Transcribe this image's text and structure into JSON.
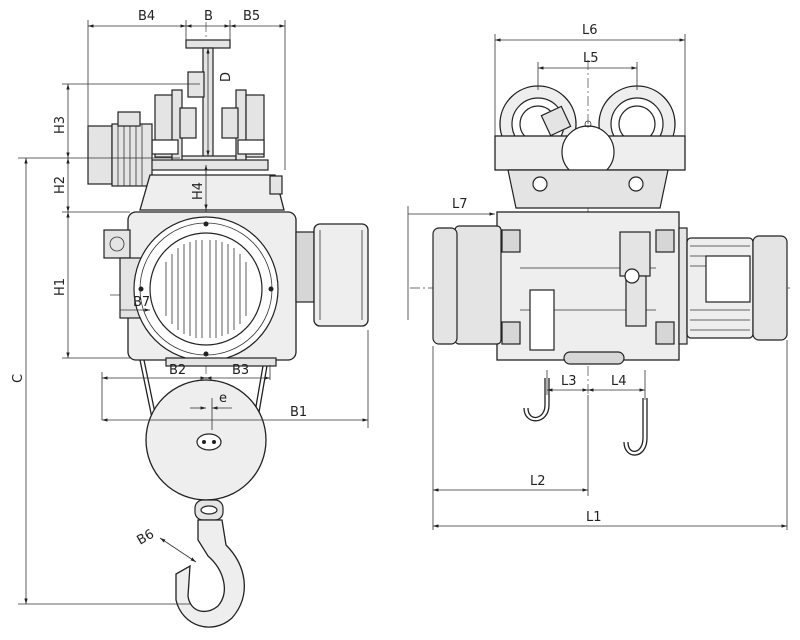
{
  "drawing": {
    "left_view": {
      "labels": {
        "B4": "B4",
        "B": "B",
        "B5": "B5",
        "D": "D",
        "H3": "H3",
        "H2": "H2",
        "H4": "H4",
        "H1": "H1",
        "C": "C",
        "B7": "B7",
        "B2": "B2",
        "B3": "B3",
        "e": "e",
        "B1": "B1",
        "B6": "B6"
      }
    },
    "right_view": {
      "labels": {
        "L6": "L6",
        "L5": "L5",
        "L7": "L7",
        "L3": "L3",
        "L4": "L4",
        "L2": "L2",
        "L1": "L1"
      }
    }
  }
}
